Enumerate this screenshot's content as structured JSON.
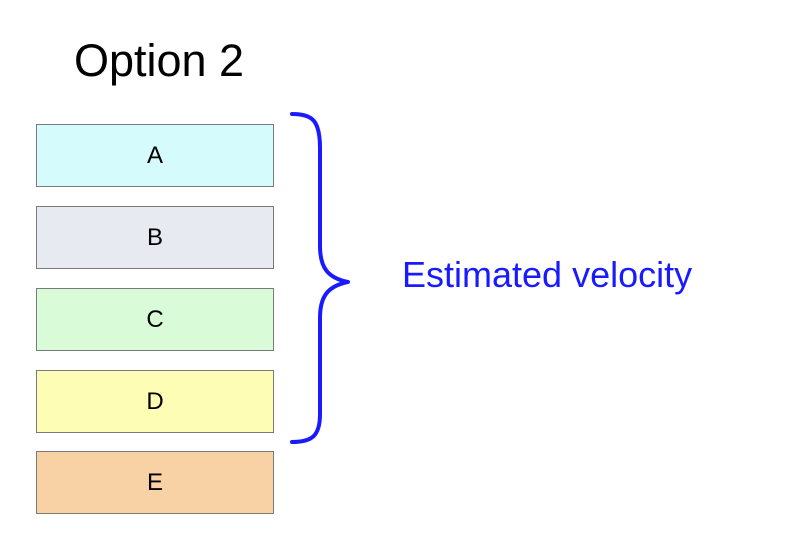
{
  "title": "Option 2",
  "items": [
    {
      "label": "A",
      "color": "#d5fbfd"
    },
    {
      "label": "B",
      "color": "#e7ebf1"
    },
    {
      "label": "C",
      "color": "#dafbd7"
    },
    {
      "label": "D",
      "color": "#fdfdb5"
    },
    {
      "label": "E",
      "color": "#f8d1a5"
    }
  ],
  "brace": {
    "label": "Estimated velocity",
    "color": "#1a1aff",
    "icon": "curly-brace-icon",
    "spans_items": [
      "A",
      "B",
      "C",
      "D"
    ]
  }
}
